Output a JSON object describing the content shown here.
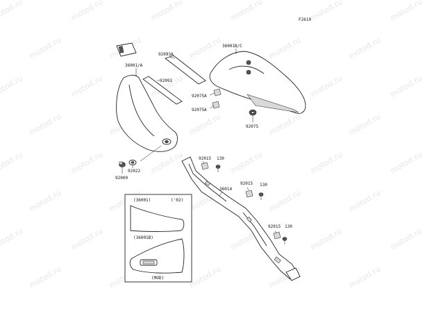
{
  "diagram": {
    "ref_code": "F2610",
    "watermark_text": "motod.ru",
    "callouts": {
      "p36001a": "36001/A",
      "p92093a": "92093A",
      "p92093": "92093",
      "p36001bc": "36001B/C",
      "p92075a_1": "92075A",
      "p92075a_2": "92075A",
      "p92075": "92075",
      "p92022": "92022",
      "p92009": "92009",
      "p92015_1": "92015",
      "p130_1": "130",
      "p36014": "36014",
      "p92015_2": "92015",
      "p130_2": "130",
      "p92015_3": "92015",
      "p130_3": "130"
    },
    "inset": {
      "code_left": "(36001)",
      "code_year": "('02)",
      "code_b": "(36001B)",
      "code_mod": "(MOD)"
    }
  }
}
